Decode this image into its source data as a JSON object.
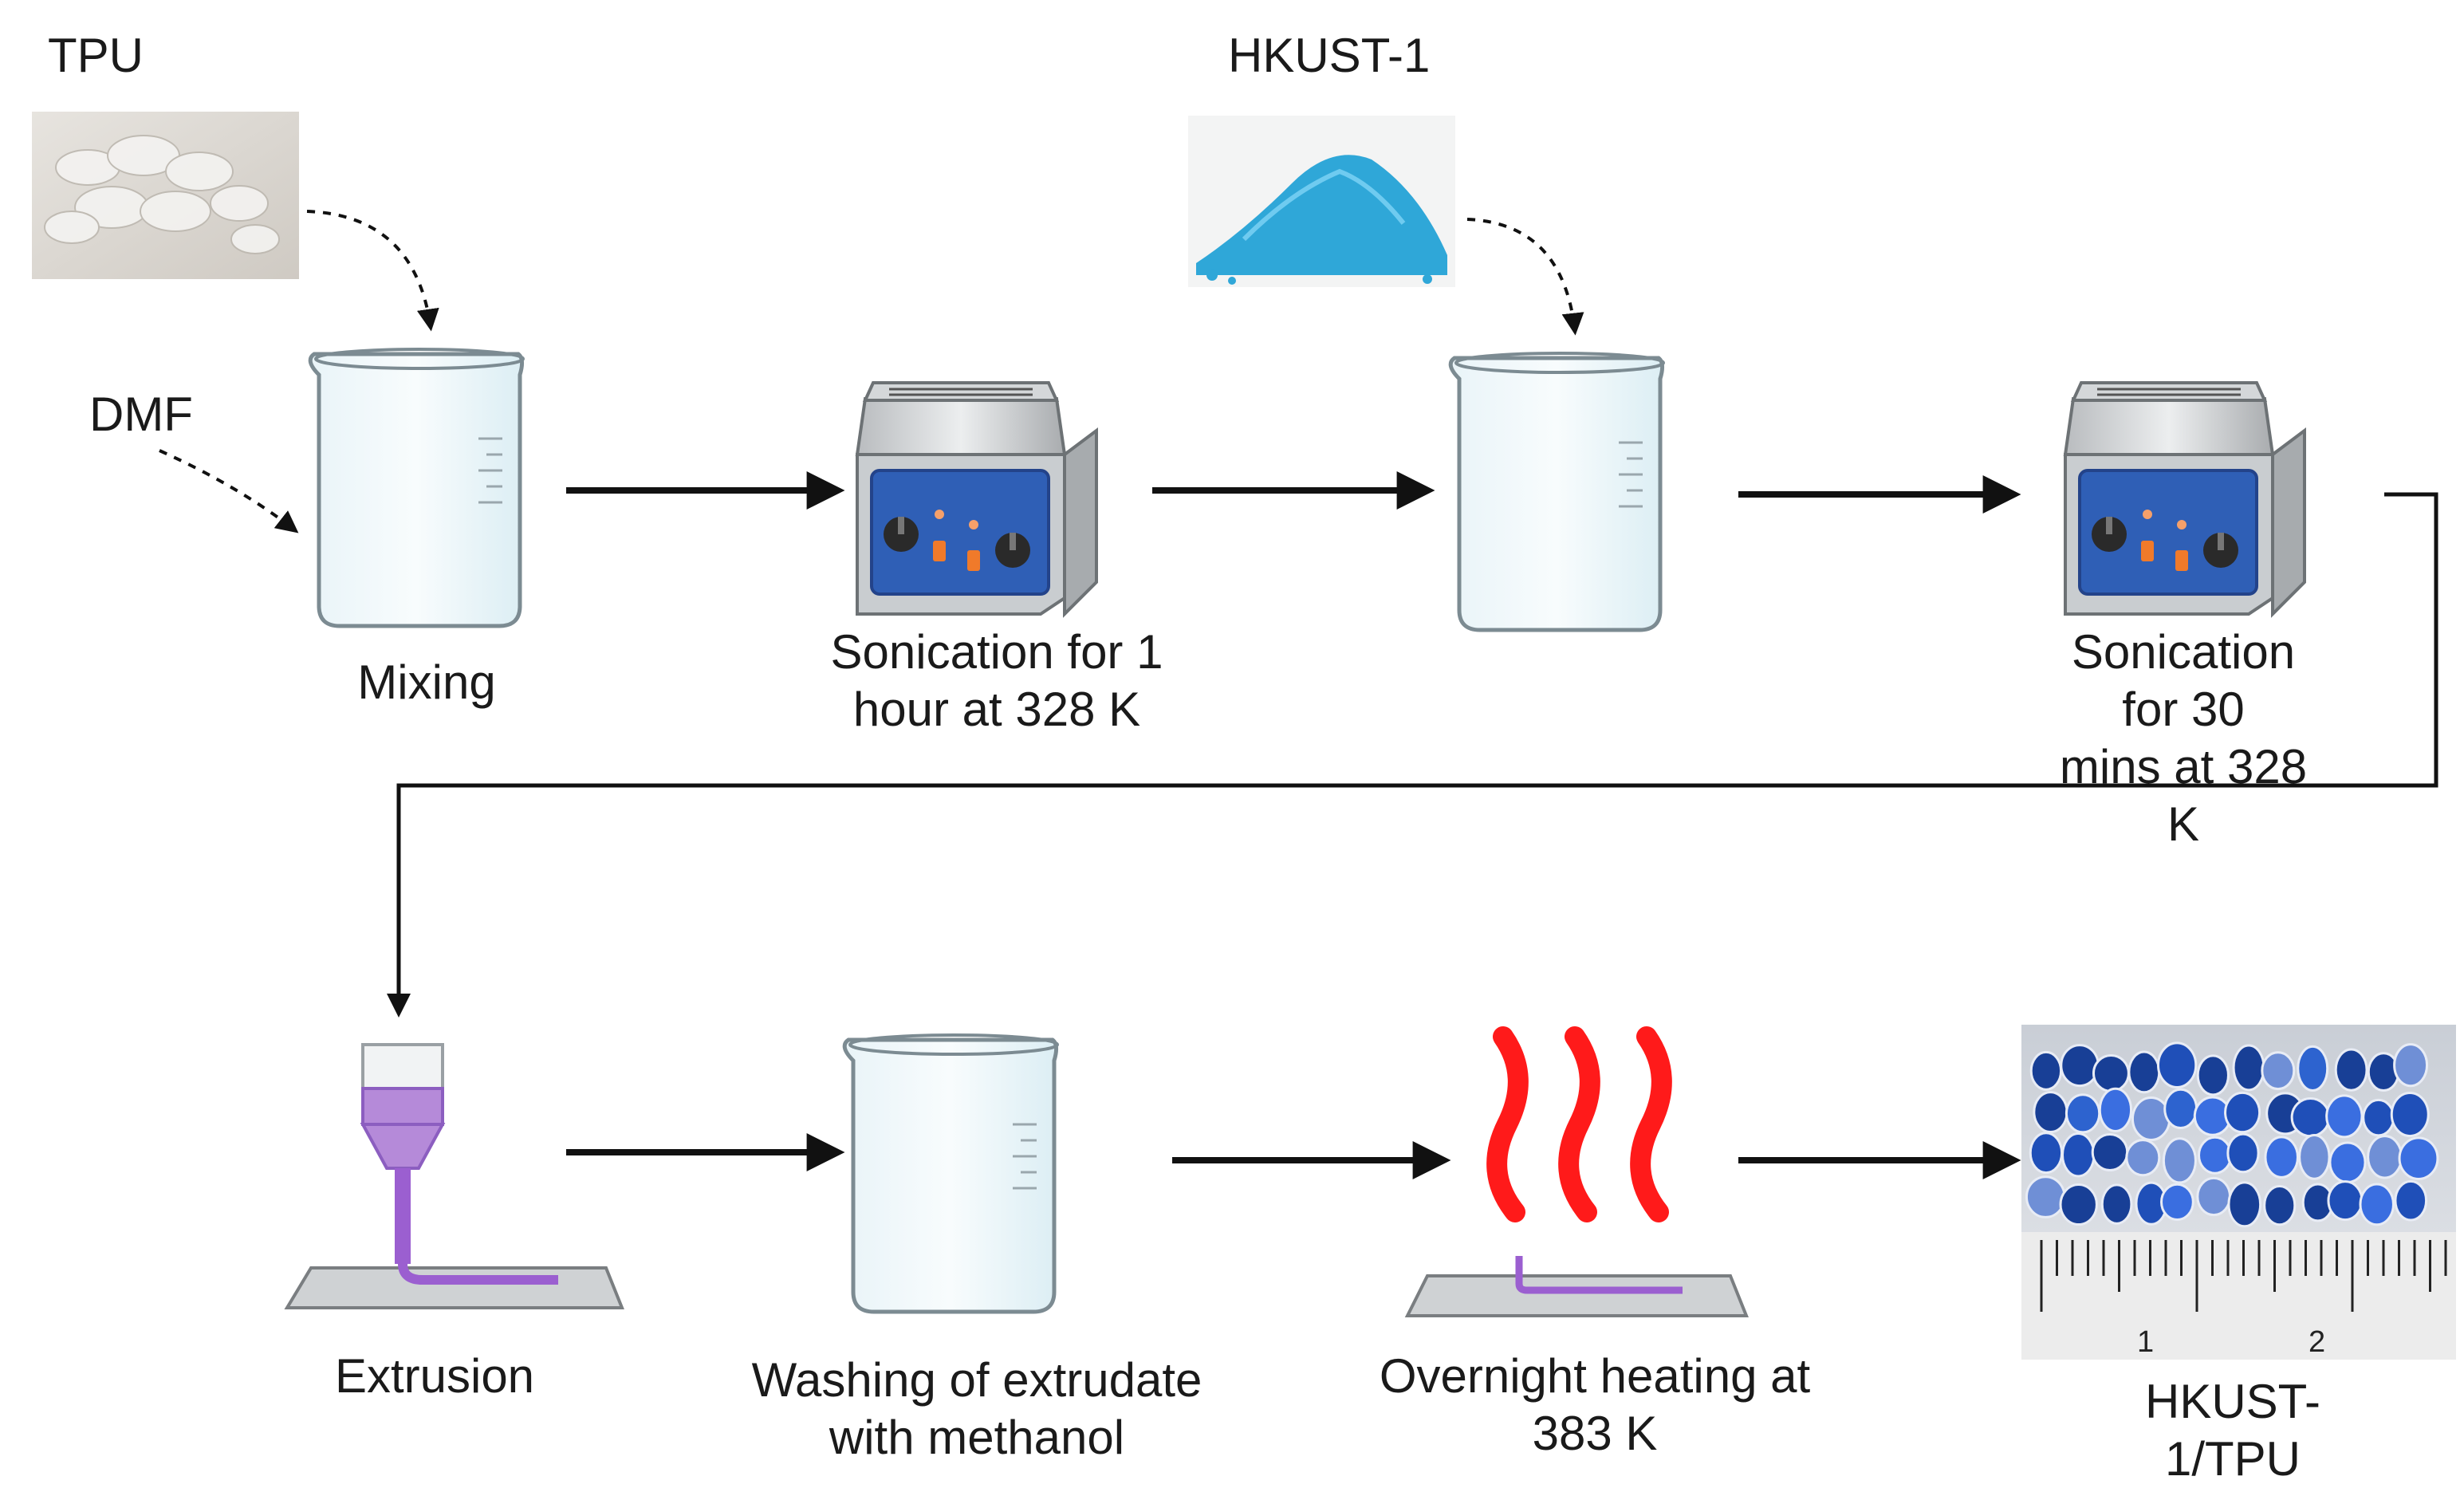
{
  "inputs": {
    "tpu": "TPU",
    "dmf": "DMF",
    "hkust": "HKUST-1"
  },
  "steps": {
    "mixing": "Mixing",
    "sonication1": "Sonication for 1\nhour at 328 K",
    "sonication2": "Sonication for 30\nmins at 328 K",
    "extrusion": "Extrusion",
    "washing": "Washing of extrudate\nwith methanol",
    "heating": "Overnight heating at\n383 K",
    "product": "HKUST-1/TPU"
  },
  "ruler_ticks": [
    "1",
    "2"
  ],
  "colors": {
    "water": "#aee3f2",
    "water_edge": "#5bb8d8",
    "hkust_blue": "#2fa7d8",
    "device_blue": "#2f5fb6",
    "filament": "#9b5fd0",
    "heat": "#ff1a1a",
    "pellet_blue": "#1f4fb8"
  },
  "icons": [
    "tpu-granules-photo",
    "hkust-powder-photo",
    "beaker-icon",
    "ultrasonic-bath-icon",
    "extruder-icon",
    "heat-waves-icon",
    "pellets-photo"
  ]
}
